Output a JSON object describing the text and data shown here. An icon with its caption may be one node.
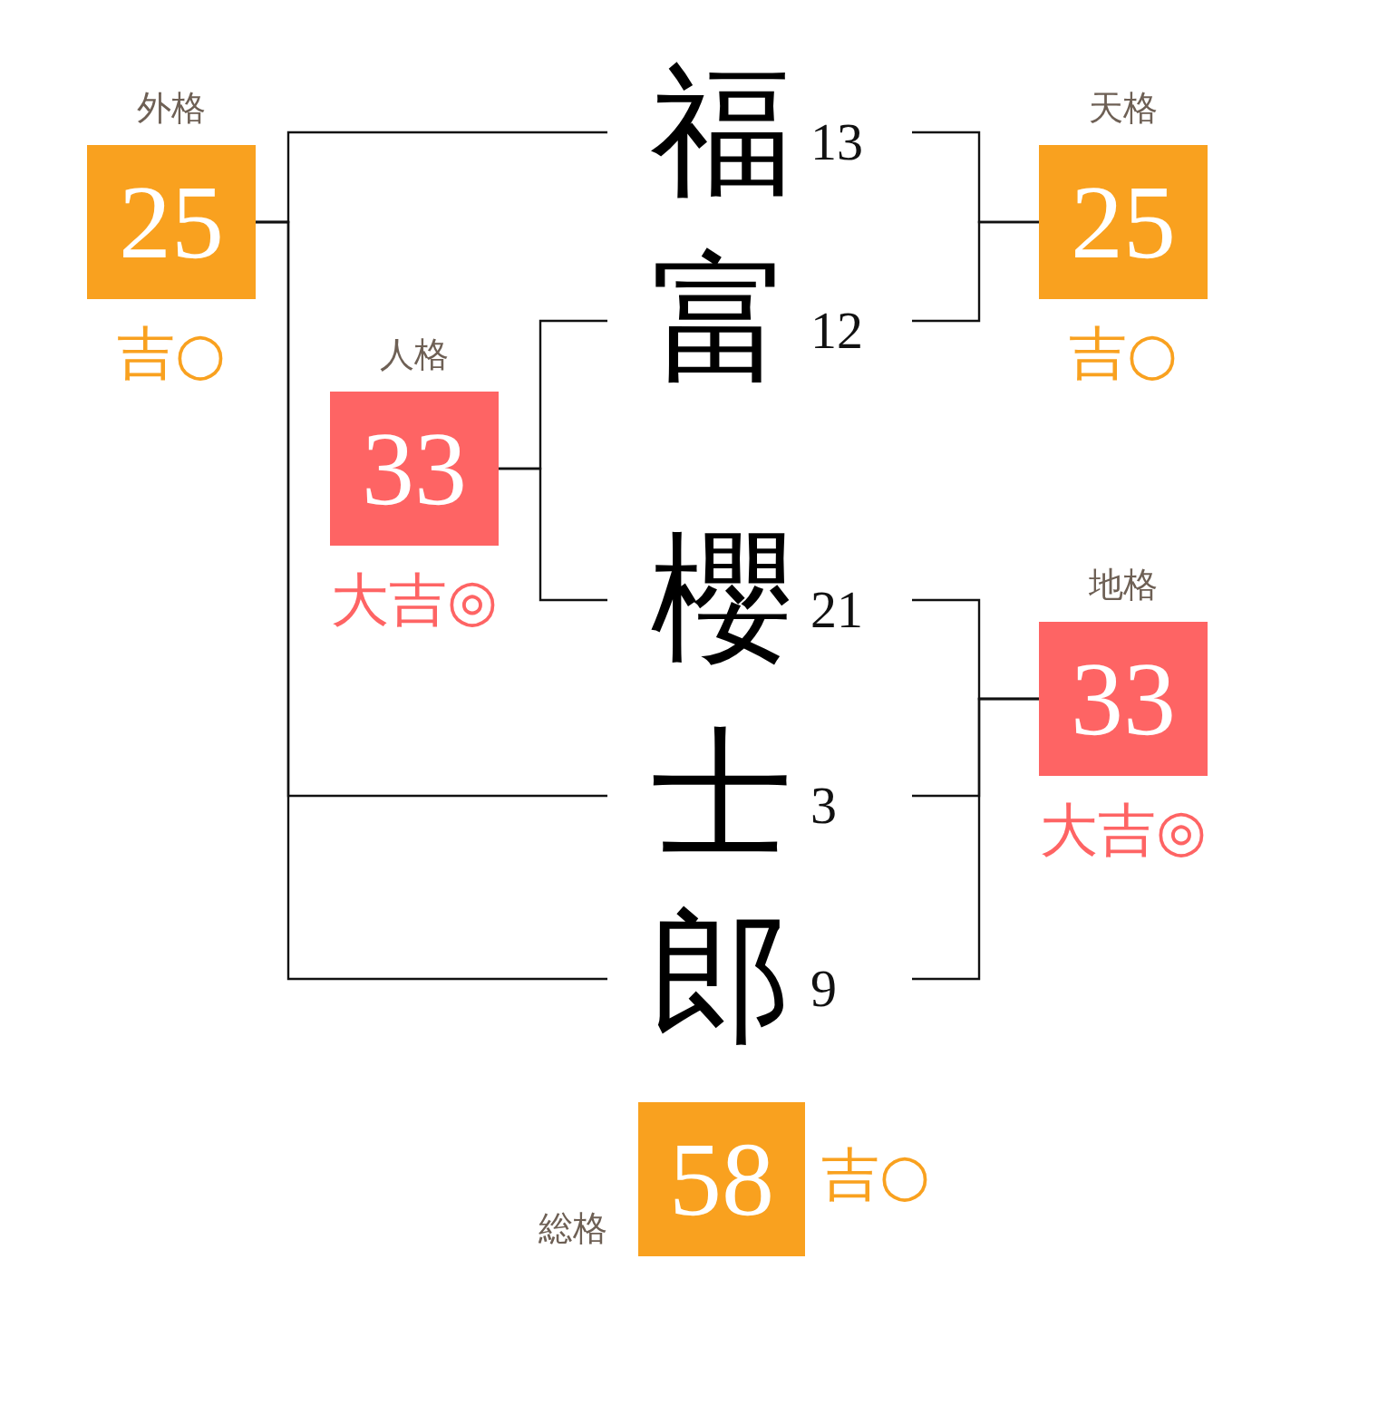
{
  "diagram": {
    "nodes": [
      {
        "text": [
          "福"
        ],
        "beside": [
          "13"
        ]
      },
      {
        "text": [
          "富"
        ],
        "beside": [
          "12"
        ]
      },
      {
        "text": [
          "櫻"
        ],
        "beside": [
          "21"
        ]
      },
      {
        "text": [
          "士"
        ],
        "beside": [
          "3"
        ]
      },
      {
        "text": [
          "郎"
        ],
        "beside": [
          "9"
        ]
      },
      {
        "text": [
          "外格",
          "25"
        ],
        "beside": [
          "吉○"
        ]
      },
      {
        "text": [
          "天格",
          "25"
        ],
        "beside": [
          "吉○"
        ]
      },
      {
        "text": [
          "人格",
          "33"
        ],
        "beside": [
          "大吉◎"
        ]
      },
      {
        "text": [
          "地格",
          "33"
        ],
        "beside": [
          "大吉◎"
        ]
      },
      {
        "text": [
          "総格",
          "58"
        ],
        "beside": [
          "吉○"
        ]
      }
    ],
    "edges": [
      {
        "from": 5,
        "to": 0,
        "arrow": "none"
      },
      {
        "from": 5,
        "to": 3,
        "arrow": "none"
      },
      {
        "from": 5,
        "to": 4,
        "arrow": "none"
      },
      {
        "from": 6,
        "to": 0,
        "arrow": "none"
      },
      {
        "from": 6,
        "to": 1,
        "arrow": "none"
      },
      {
        "from": 7,
        "to": 1,
        "arrow": "none"
      },
      {
        "from": 7,
        "to": 2,
        "arrow": "none"
      },
      {
        "from": 8,
        "to": 2,
        "arrow": "none"
      },
      {
        "from": 8,
        "to": 3,
        "arrow": "none"
      },
      {
        "from": 8,
        "to": 4,
        "arrow": "none"
      }
    ]
  }
}
